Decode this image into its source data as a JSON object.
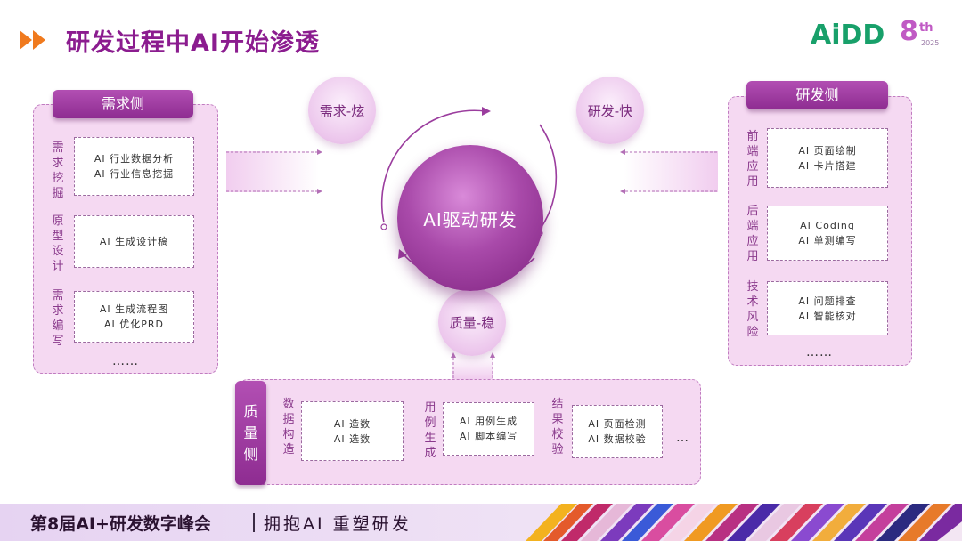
{
  "header": {
    "title": "研发过程中AI开始渗透"
  },
  "logo": {
    "text": "AiDD",
    "edition_number": "8",
    "edition_suffix": "th",
    "year": "2025"
  },
  "center": {
    "core_label": "AI驱动研发"
  },
  "bubbles": {
    "left": "需求-炫",
    "right": "研发-快",
    "bottom": "质量-稳"
  },
  "demand_side": {
    "title": "需求侧",
    "groups": [
      {
        "label": "需求挖掘",
        "items": [
          "AI 行业数据分析",
          "AI 行业信息挖掘"
        ]
      },
      {
        "label": "原型设计",
        "items": [
          "AI 生成设计稿"
        ]
      },
      {
        "label": "需求编写",
        "items": [
          "AI 生成流程图",
          "AI 优化PRD"
        ]
      }
    ],
    "ellipsis": "……"
  },
  "dev_side": {
    "title": "研发侧",
    "groups": [
      {
        "label": "前端应用",
        "items": [
          "AI 页面绘制",
          "AI 卡片搭建"
        ]
      },
      {
        "label": "后端应用",
        "items": [
          "AI Coding",
          "AI 单测编写"
        ]
      },
      {
        "label": "技术风险",
        "items": [
          "AI 问题排查",
          "AI 智能核对"
        ]
      }
    ],
    "ellipsis": "……"
  },
  "quality_side": {
    "title": "质量侧",
    "groups": [
      {
        "label": "数据构造",
        "items": [
          "AI 造数",
          "AI 选数"
        ]
      },
      {
        "label": "用例生成",
        "items": [
          "AI 用例生成",
          "AI 脚本编写"
        ]
      },
      {
        "label": "结果校验",
        "items": [
          "AI 页面检测",
          "AI 数据校验"
        ]
      }
    ],
    "ellipsis": "…"
  },
  "footer": {
    "title": "第8届AI+研发数字峰会",
    "slogan": "拥抱AI 重塑研发"
  },
  "colors": {
    "brand_purple": "#8b1c8f",
    "title_purple": "#8b1c8f",
    "logo_green": "#18a06a",
    "panel_bg": "#f5d9f2",
    "arrow_orange": "#f07a1e"
  }
}
